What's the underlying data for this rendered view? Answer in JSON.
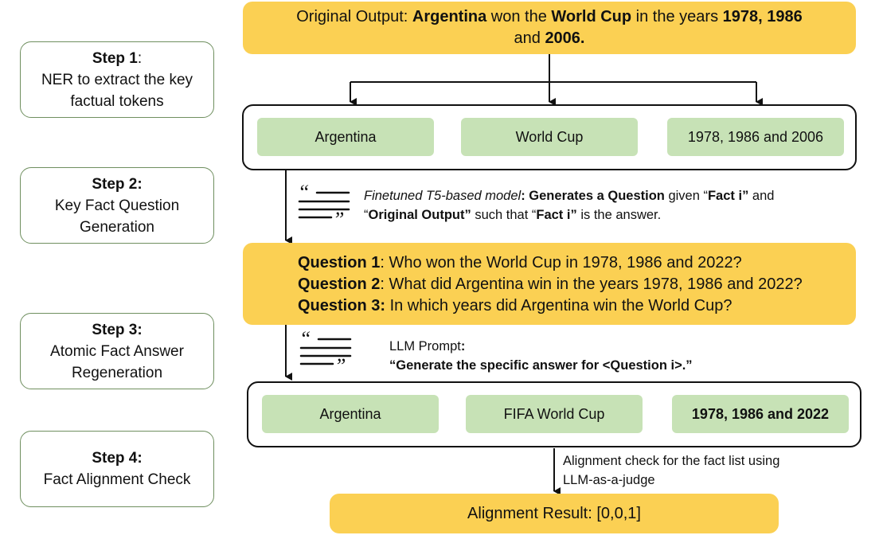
{
  "steps": [
    {
      "label": "Step 1",
      "text1": "NER to extract the key",
      "text2": "factual tokens"
    },
    {
      "label": "Step 2:",
      "text1": "Key Fact Question",
      "text2": "Generation"
    },
    {
      "label": "Step 3:",
      "text1": "Atomic Fact Answer",
      "text2": "Regeneration"
    },
    {
      "label": "Step 4:",
      "text1": "Fact Alignment Check",
      "text2": ""
    }
  ],
  "original_output": {
    "prefix": "Original Output: ",
    "subject": "Argentina",
    "mid": " won the ",
    "event": "World Cup",
    "mid2": " in the years ",
    "years1": "1978, 1986",
    "mid3": "and ",
    "years2": "2006."
  },
  "facts": [
    "Argentina",
    "World Cup",
    "1978, 1986 and 2006"
  ],
  "qgen_note": {
    "model": "Finetuned T5-based model",
    "action": "Generates a Question",
    "given": " given “",
    "fact": "Fact i”",
    "and": " and",
    "orig": "Original Output”",
    "such": " such that “",
    "fact2": "Fact i”",
    "end": " is the answer."
  },
  "questions": [
    {
      "label": "Question 1",
      "text": ": Who won the World Cup in 1978, 1986 and 2022?"
    },
    {
      "label": "Question 2",
      "text": ": What did Argentina win in the years 1978, 1986 and 2022?"
    },
    {
      "label": "Question 3:",
      "text": " In which years did Argentina win the World Cup?"
    }
  ],
  "llm_note": {
    "title": "LLM Prompt",
    "prompt_start": "“Generate the specific answer for ",
    "prompt_bold": "<Question i>.”"
  },
  "answers": [
    "Argentina",
    "FIFA World Cup",
    "1978, 1986 and 2022"
  ],
  "alignment_note": {
    "line1": "Alignment check for the fact list using",
    "line2": "LLM-as-a-judge"
  },
  "result": "Alignment Result: [0,0,1]",
  "colors": {
    "yellow": "#fbd053",
    "green": "#c7e2b6",
    "step_border": "#6f8f5f"
  }
}
